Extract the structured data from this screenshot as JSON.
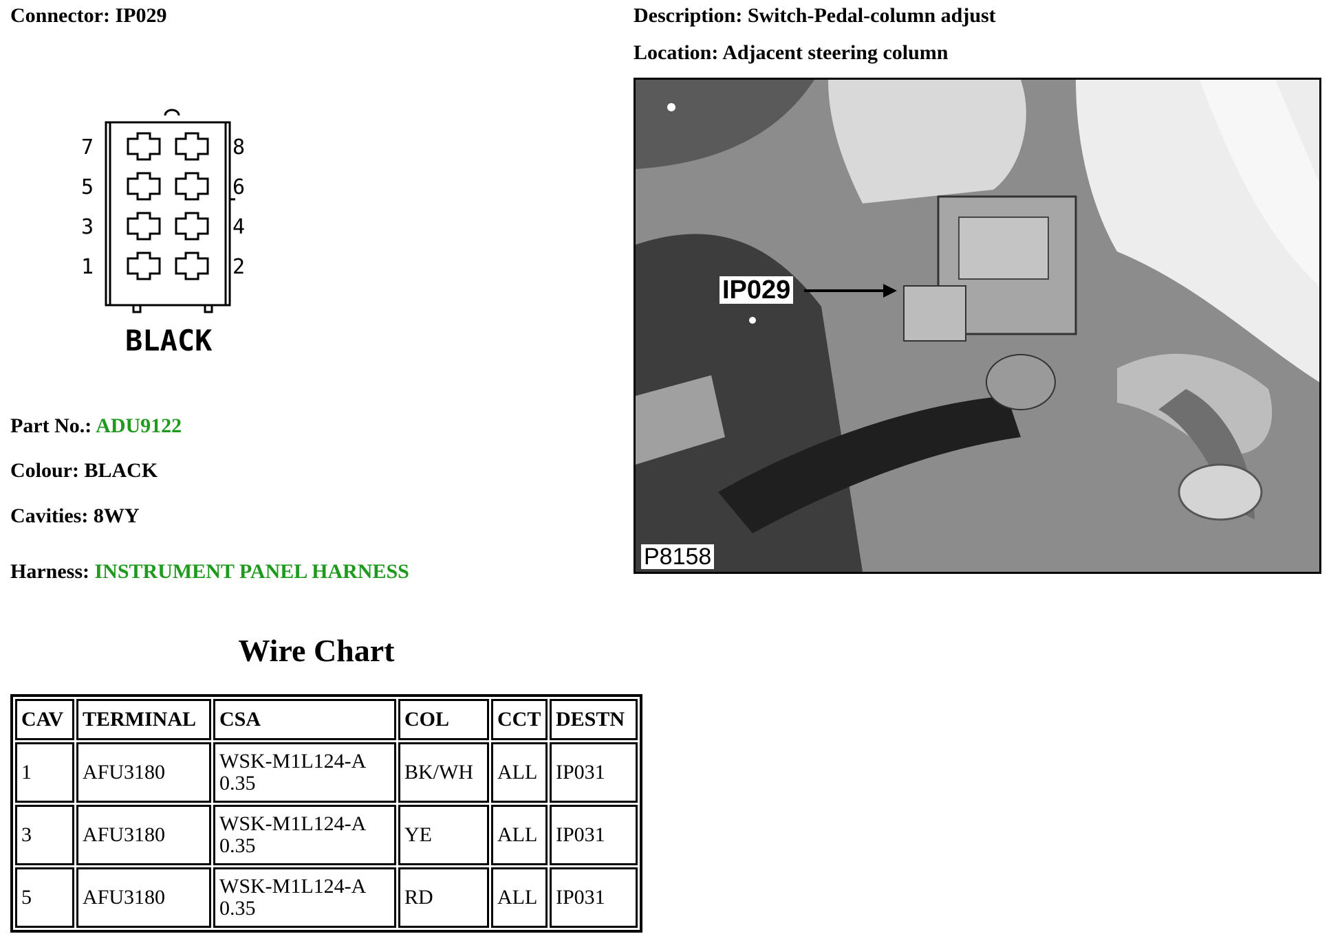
{
  "connector": {
    "label": "Connector:",
    "value": "IP029"
  },
  "description": {
    "label": "Description:",
    "value": "Switch-Pedal-column adjust"
  },
  "location": {
    "label": "Location:",
    "value": "Adjacent steering column"
  },
  "diagram": {
    "pins_left": [
      "7",
      "5",
      "3",
      "1"
    ],
    "pins_right": [
      "8",
      "6",
      "4",
      "2"
    ],
    "colour_caption": "BLACK"
  },
  "part": {
    "label": "Part No.:",
    "value": "ADU9122"
  },
  "colour": {
    "label": "Colour:",
    "value": "BLACK"
  },
  "cavities": {
    "label": "Cavities:",
    "value": "8WY"
  },
  "harness": {
    "label": "Harness:",
    "value": "INSTRUMENT PANEL HARNESS"
  },
  "photo": {
    "callout": "IP029",
    "reference": "P8158"
  },
  "wire_chart": {
    "title": "Wire Chart",
    "headers": [
      "CAV",
      "TERMINAL",
      "CSA",
      "COL",
      "CCT",
      "DESTN"
    ],
    "rows": [
      {
        "cav": "1",
        "terminal": "AFU3180",
        "csa_line1": "WSK-M1L124-A",
        "csa_line2": "0.35",
        "col": "BK/WH",
        "cct": "ALL",
        "destn": "IP031"
      },
      {
        "cav": "3",
        "terminal": "AFU3180",
        "csa_line1": "WSK-M1L124-A",
        "csa_line2": "0.35",
        "col": "YE",
        "cct": "ALL",
        "destn": "IP031"
      },
      {
        "cav": "5",
        "terminal": "AFU3180",
        "csa_line1": "WSK-M1L124-A",
        "csa_line2": "0.35",
        "col": "RD",
        "cct": "ALL",
        "destn": "IP031"
      }
    ]
  }
}
